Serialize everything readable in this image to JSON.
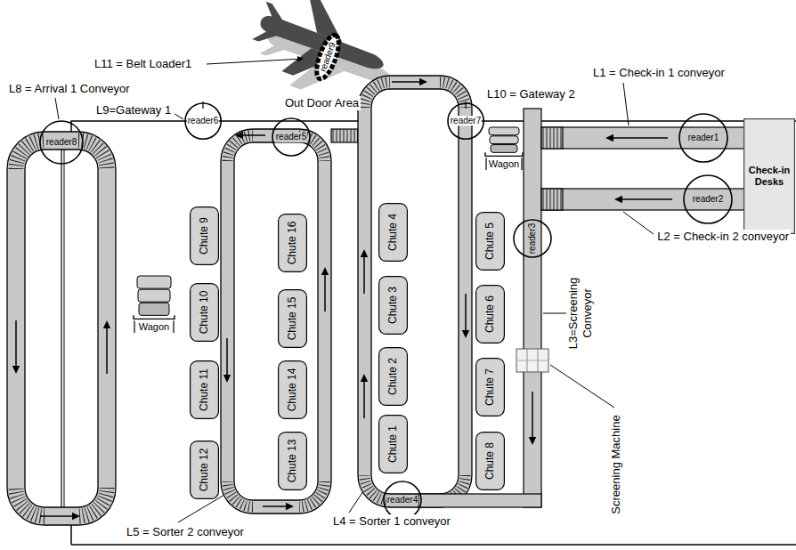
{
  "diagram": {
    "nodes": [
      {
        "text": [
          "reader9"
        ]
      },
      {
        "text": [
          "reader6"
        ]
      },
      {
        "text": [
          "reader7"
        ]
      },
      {
        "text": [
          "reader8"
        ]
      },
      {
        "text": [
          "reader5"
        ]
      },
      {
        "text": [
          "reader1"
        ]
      },
      {
        "text": [
          "reader2"
        ]
      },
      {
        "text": [
          "reader3"
        ]
      },
      {
        "text": [
          "reader4"
        ]
      },
      {
        "text": [
          "Check-in Desks"
        ]
      },
      {
        "text": [
          "Wagon"
        ]
      },
      {
        "text": [
          "Wagon"
        ]
      },
      {
        "text": [
          "Chute 9"
        ]
      },
      {
        "text": [
          "Chute 10"
        ]
      },
      {
        "text": [
          "Chute 11"
        ]
      },
      {
        "text": [
          "Chute 12"
        ]
      },
      {
        "text": [
          "Chute 16"
        ]
      },
      {
        "text": [
          "Chute 15"
        ]
      },
      {
        "text": [
          "Chute 14"
        ]
      },
      {
        "text": [
          "Chute 13"
        ]
      },
      {
        "text": [
          "Chute 4"
        ]
      },
      {
        "text": [
          "Chute 3"
        ]
      },
      {
        "text": [
          "Chute 2"
        ]
      },
      {
        "text": [
          "Chute 1"
        ]
      },
      {
        "text": [
          "Chute 5"
        ]
      },
      {
        "text": [
          "Chute 6"
        ]
      },
      {
        "text": [
          "Chute 7"
        ]
      },
      {
        "text": [
          "Chute 8"
        ]
      }
    ],
    "labels": [
      "L11 = Belt Loader1",
      "L8 = Arrival 1 Conveyor",
      "L9=Gateway 1",
      "Out Door Area",
      "L10 = Gateway 2",
      "L1 = Check-in 1 conveyor",
      "L2 = Check-in 2 conveyor",
      "L3=Screening Conveyor",
      "Screening Machine",
      "L4 = Sorter 1 conveyor",
      "L5 = Sorter 2 conveyor"
    ]
  }
}
